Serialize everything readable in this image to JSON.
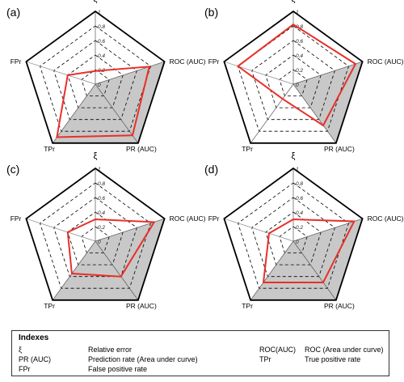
{
  "axes": [
    "ξ",
    "ROC (AUC)",
    "PR (AUC)",
    "TPr",
    "FPr"
  ],
  "tick_labels": [
    "0",
    "0.2",
    "0.4",
    "0.6",
    "0.8",
    "1"
  ],
  "colors": {
    "series": "#e8302a",
    "fill": "#c8c8c8",
    "grid": "#000000"
  },
  "chart_data": [
    {
      "type": "radar",
      "panel": "(a)",
      "axes": [
        "ξ",
        "ROC (AUC)",
        "PR (AUC)",
        "TPr",
        "FPr"
      ],
      "ylim": [
        0,
        1
      ],
      "series": [
        {
          "values": [
            0.18,
            0.78,
            0.87,
            0.9,
            0.4
          ]
        }
      ],
      "filled_region": [
        0,
        1,
        1,
        1,
        0
      ]
    },
    {
      "type": "radar",
      "panel": "(b)",
      "axes": [
        "ξ",
        "ROC (AUC)",
        "PR (AUC)",
        "TPr",
        "FPr"
      ],
      "ylim": [
        0,
        1
      ],
      "series": [
        {
          "values": [
            0.82,
            0.9,
            0.7,
            0.25,
            0.8
          ]
        }
      ],
      "filled_region": [
        0,
        1,
        1,
        0,
        0
      ]
    },
    {
      "type": "radar",
      "panel": "(c)",
      "axes": [
        "ξ",
        "ROC (AUC)",
        "PR (AUC)",
        "TPr",
        "FPr"
      ],
      "ylim": [
        0,
        1
      ],
      "series": [
        {
          "values": [
            0.3,
            0.85,
            0.6,
            0.55,
            0.4
          ]
        }
      ],
      "filled_region": [
        0,
        1,
        1,
        1,
        0
      ]
    },
    {
      "type": "radar",
      "panel": "(d)",
      "axes": [
        "ξ",
        "ROC (AUC)",
        "PR (AUC)",
        "TPr",
        "FPr"
      ],
      "ylim": [
        0,
        1
      ],
      "series": [
        {
          "values": [
            0.3,
            0.88,
            0.7,
            0.7,
            0.35
          ]
        }
      ],
      "filled_region": [
        0,
        1,
        1,
        1,
        0
      ]
    }
  ],
  "legend": {
    "title": "Indexes",
    "entries": [
      {
        "symbol": "ξ",
        "meaning": "Relative error"
      },
      {
        "symbol": "PR (AUC)",
        "meaning": "Prediction rate (Area under curve)"
      },
      {
        "symbol": "FPr",
        "meaning": "False positive rate"
      },
      {
        "symbol": "ROC(AUC)",
        "meaning": "ROC (Area under curve)"
      },
      {
        "symbol": "TPr",
        "meaning": "True positive rate"
      }
    ]
  }
}
